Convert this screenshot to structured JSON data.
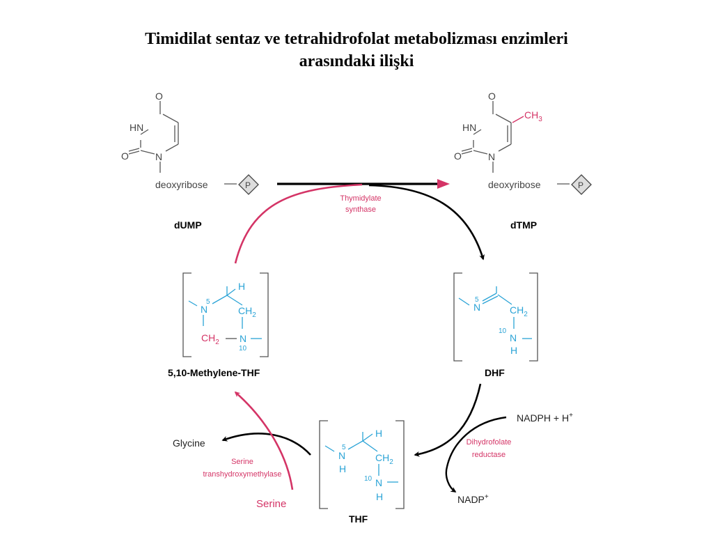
{
  "title": {
    "line1": "Timidilat sentaz ve tetrahidrofolat metabolizması enzimleri",
    "line2": "arasındaki ilişki"
  },
  "molecules": {
    "dump": "dUMP",
    "dtmp": "dTMP",
    "methylene_thf": "5,10-Methylene-THF",
    "dhf": "DHF",
    "thf": "THF"
  },
  "atoms": {
    "O": "O",
    "HN": "HN",
    "N": "N",
    "H": "H",
    "CH": "CH",
    "sub2": "2",
    "sub3": "3",
    "n5": "5",
    "n10": "10",
    "deoxyribose": "deoxyribose",
    "P": "P"
  },
  "enzymes": {
    "ts_line1": "Thymidylate",
    "ts_line2": "synthase",
    "dhfr_line1": "Dihydrofolate",
    "dhfr_line2": "reductase",
    "shmt_line1": "Serine",
    "shmt_line2": "transhydroxymethylase"
  },
  "cofactors": {
    "nadph": "NADPH + H",
    "nadph_sup": "+",
    "nadp": "NADP",
    "nadp_sup": "+",
    "glycine": "Glycine",
    "serine": "Serine"
  },
  "colors": {
    "magenta": "#d43466",
    "blue": "#2aa3d6",
    "black": "#000000",
    "gray": "#444444"
  }
}
